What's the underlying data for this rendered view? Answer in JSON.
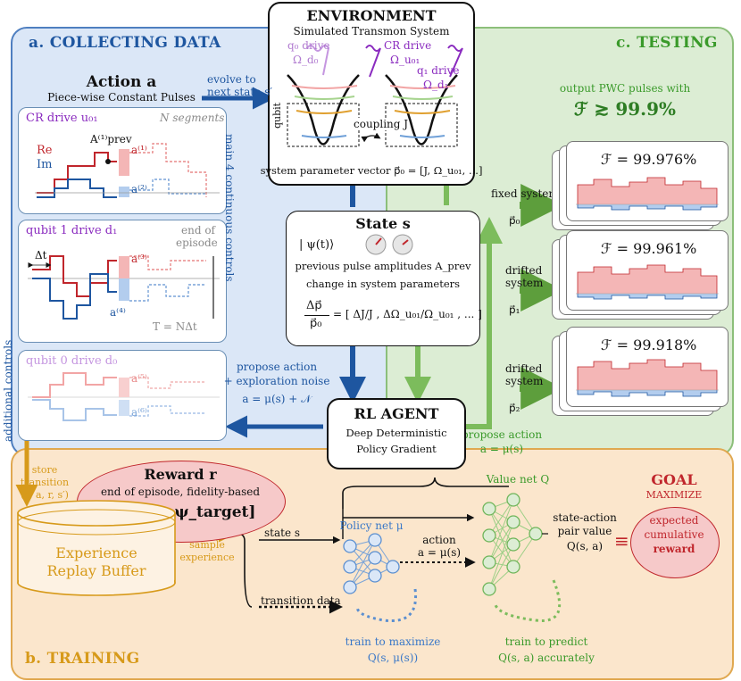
{
  "panels": {
    "collecting": "a. COLLECTING DATA",
    "training": "b. TRAINING",
    "testing": "c. TESTING"
  },
  "environment": {
    "title": "ENVIRONMENT",
    "subtitle": "Simulated Transmon System",
    "q0_drive": "q₀ drive",
    "q0_omega": "Ω_d₀",
    "cr_drive": "CR drive",
    "cr_omega": "Ω_u₀₁",
    "q1_drive": "q₁ drive",
    "q1_omega": "Ω_d₁",
    "qubit_label": "qubit",
    "coupling": "coupling J",
    "param_vector": "system parameter vector p⃗₀ = [J, Ω_u₀₁, ...]"
  },
  "action": {
    "title": "Action a",
    "subtitle": "Piece-wise Constant Pulses",
    "evolve": "evolve to",
    "next_state": "next state s′"
  },
  "cr_panel": {
    "title": "CR drive u₀₁",
    "segments": "N segments",
    "re": "Re",
    "im": "Im",
    "aprev": "A⁽¹⁾prev",
    "a1": "a⁽¹⁾",
    "a2": "a⁽²⁾"
  },
  "q1_panel": {
    "title": "qubit 1 drive d₁",
    "end1": "end of",
    "end2": "episode",
    "dt": "Δt",
    "a3": "a⁽³⁾",
    "a4": "a⁽⁴⁾",
    "T": "T = NΔt"
  },
  "q0_panel": {
    "title": "qubit 0 drive d₀",
    "a5": "a⁽⁵⁾",
    "a6": "a⁽⁶⁾"
  },
  "side_labels": {
    "main": "main 4 continuous controls",
    "additional": "additional controls"
  },
  "state": {
    "title": "State s",
    "psi": "| ψ(t)⟩",
    "line1": "previous pulse amplitudes A_prev",
    "line2": "change in system parameters",
    "eq_lhs_num": "Δp⃗",
    "eq_lhs_den": "p⃗₀",
    "eq_rhs": "= [ ΔJ/J , ΔΩ_u₀₁/Ω_u₀₁ , ... ]"
  },
  "propose": {
    "line1": "propose action",
    "line2": "+ exploration noise",
    "line3": "a = μ(s) + 𝒩",
    "green1": "propose action",
    "green2": "a = μ(s)"
  },
  "agent": {
    "title": "RL AGENT",
    "line1": "Deep Deterministic",
    "line2": "Policy Gradient"
  },
  "reward": {
    "title": "Reward r",
    "line1": "end of episode, fidelity-based",
    "formula": "ℱ[ψ(T), ψ_target]"
  },
  "store": {
    "l1": "store",
    "l2": "transition",
    "l3": "(s, a, r, s′)"
  },
  "buffer": {
    "l1": "Experience",
    "l2": "Replay Buffer",
    "sample1": "sample",
    "sample2": "experience"
  },
  "training": {
    "state": "state s",
    "transition": "transition data",
    "policy": "Policy net μ",
    "action1": "action",
    "action2": "a = μ(s)",
    "value": "Value net Q",
    "pair1": "state-action",
    "pair2": "pair value",
    "pair3": "Q(s, a)",
    "equiv": "≡",
    "train_max1": "train to maximize",
    "train_max2": "Q(s, μ(s))",
    "train_pred1": "train to predict",
    "train_pred2": "Q(s, a) accurately"
  },
  "goal": {
    "title": "GOAL",
    "sub": "MAXIMIZE",
    "l1": "expected",
    "l2": "cumulative",
    "l3": "reward"
  },
  "testing": {
    "output1": "output PWC pulses with",
    "output2": "ℱ ≳ 99.9%",
    "fixed": "fixed system",
    "p0": "p⃗₀",
    "drifted": "drifted",
    "system": "system",
    "p1": "p⃗₁",
    "p2": "p⃗₂",
    "f1": "ℱ = 99.976%",
    "f2": "ℱ = 99.961%",
    "f3": "ℱ = 99.918%"
  },
  "colors": {
    "blue_panel": "#dbe7f7",
    "green_panel": "#dcedd4",
    "orange_panel": "#fbe6cc",
    "blue": "#1e56a0",
    "green": "#3a9a2a",
    "orange": "#d79a1a",
    "red": "#c0262c"
  }
}
